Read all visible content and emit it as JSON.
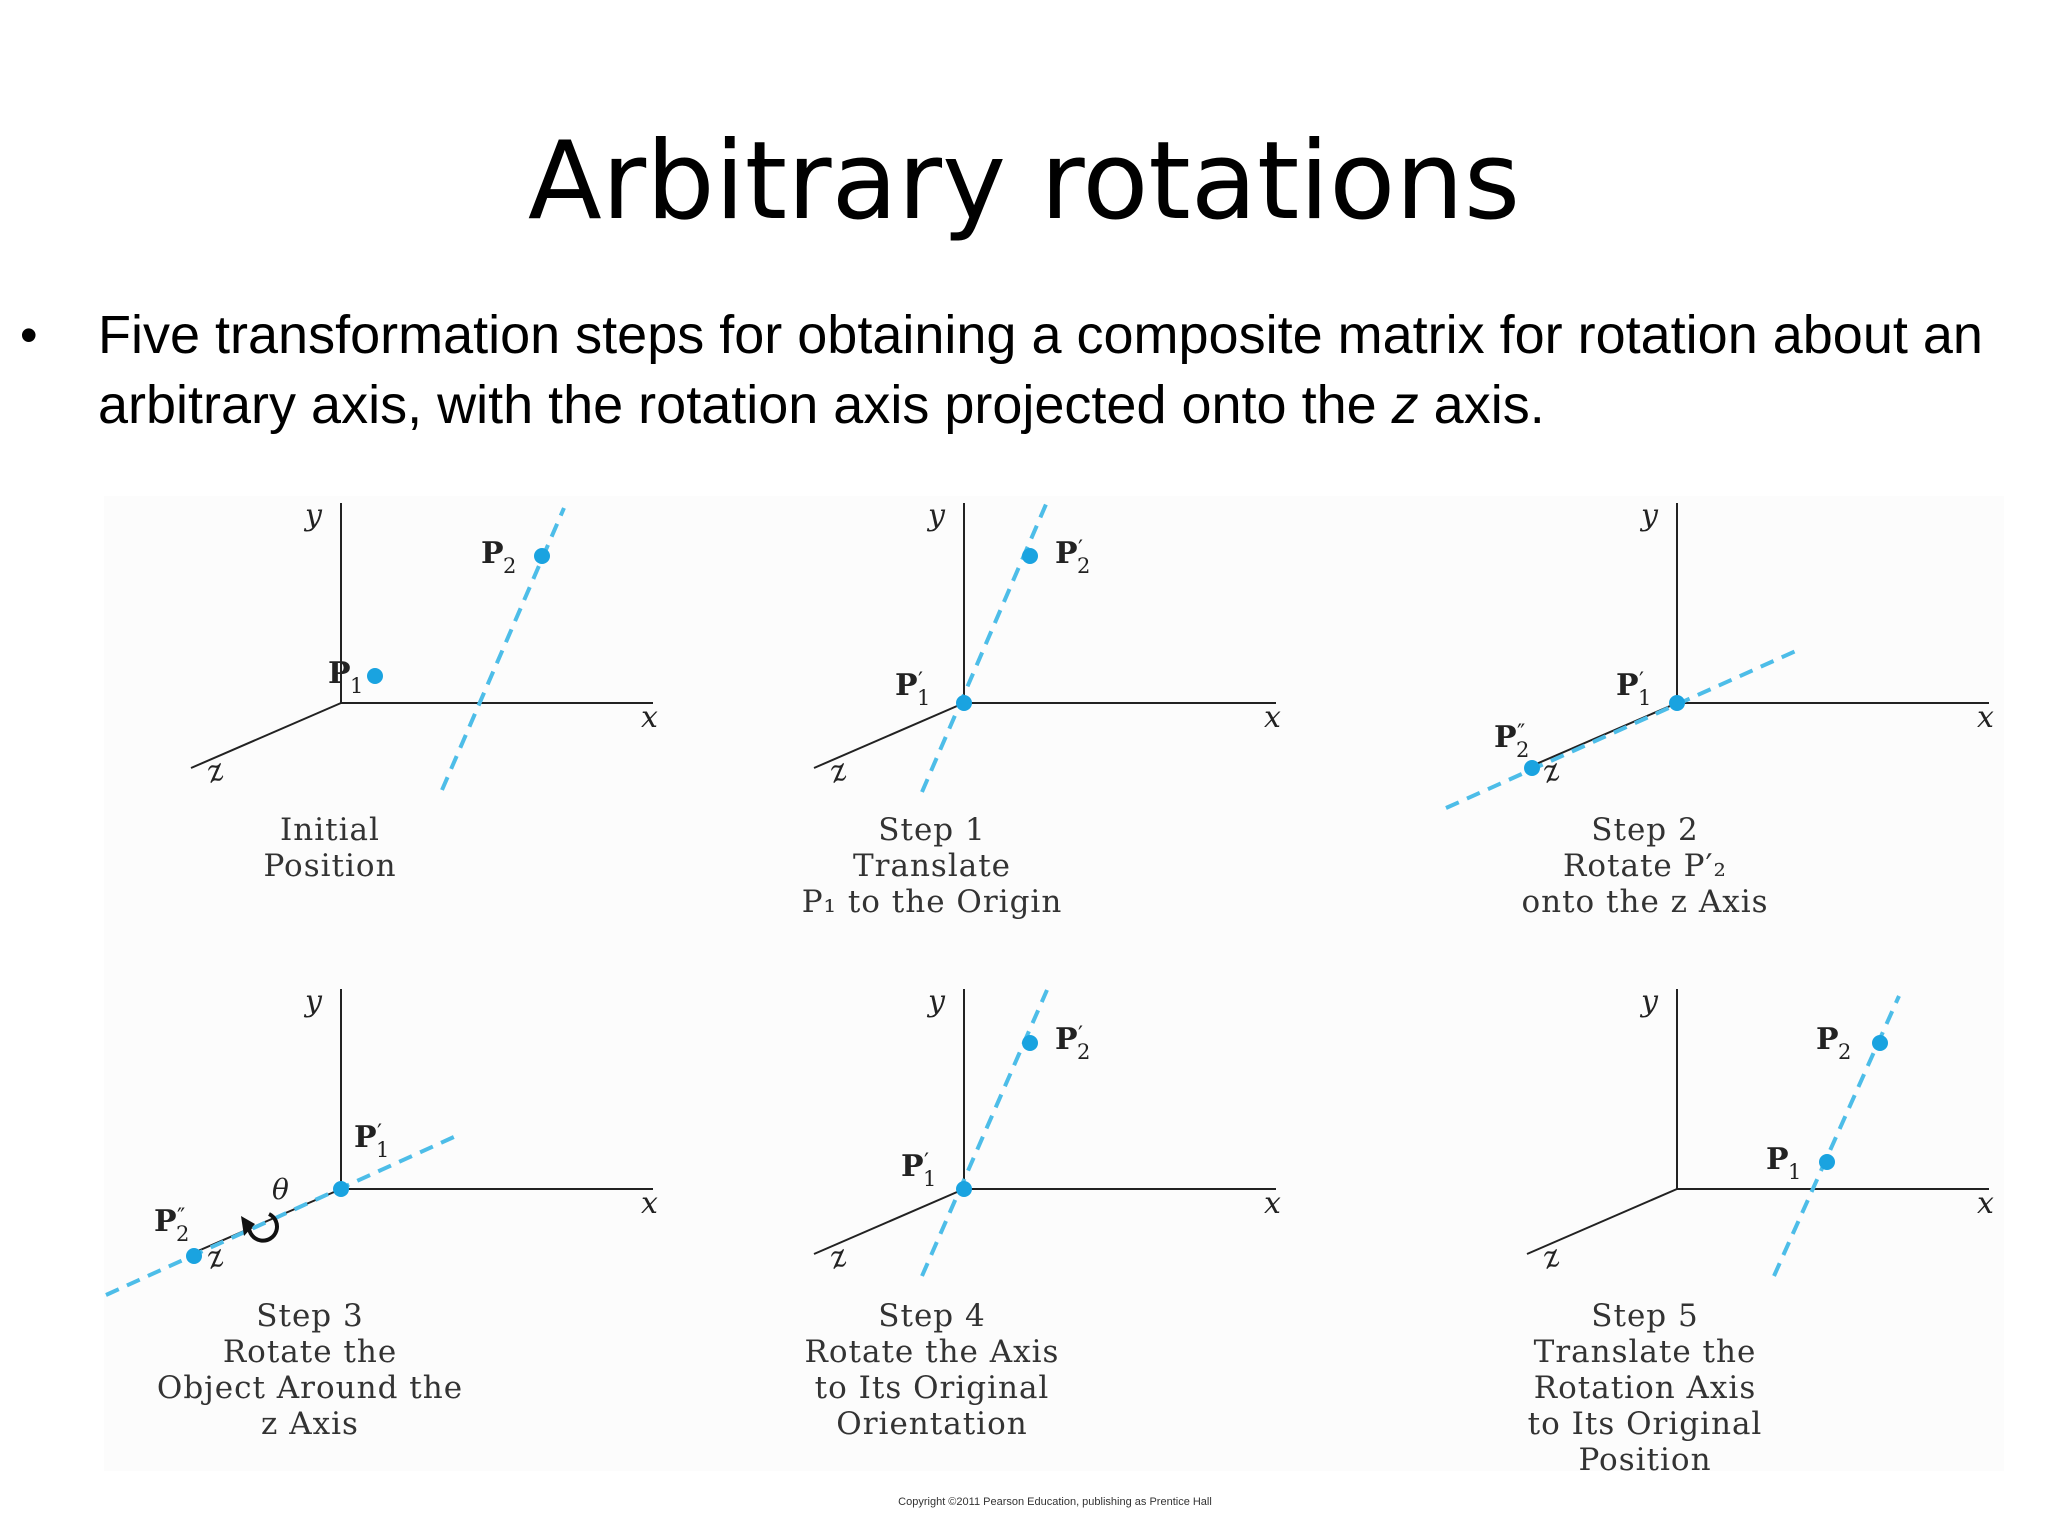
{
  "title": "Arbitrary rotations",
  "bullet": {
    "marker": "•",
    "text_before": "Five transformation steps for obtaining a composite matrix for rotation about an arbitrary axis, with the rotation axis projected onto the ",
    "axis_var": "z",
    "text_after": " axis."
  },
  "axis_labels": {
    "x": "x",
    "y": "y",
    "z": "z"
  },
  "colors": {
    "axis_line": "#4dbde8",
    "point": "#1aa3e0",
    "axes": "#222222",
    "caption": "#333333"
  },
  "panels": [
    {
      "caption": [
        "Initial",
        "Position"
      ],
      "points": [
        {
          "base": "P",
          "sub": "1",
          "primes": ""
        },
        {
          "base": "P",
          "sub": "2",
          "primes": ""
        }
      ]
    },
    {
      "caption": [
        "Step 1",
        "Translate",
        "P₁ to the Origin"
      ],
      "points": [
        {
          "base": "P",
          "sub": "1",
          "primes": "′"
        },
        {
          "base": "P",
          "sub": "2",
          "primes": "′"
        }
      ]
    },
    {
      "caption": [
        "Step 2",
        "Rotate P′₂",
        "onto the z Axis"
      ],
      "points": [
        {
          "base": "P",
          "sub": "1",
          "primes": "′"
        },
        {
          "base": "P",
          "sub": "2",
          "primes": "″"
        }
      ]
    },
    {
      "caption": [
        "Step 3",
        "Rotate the",
        "Object Around the",
        "z Axis"
      ],
      "points": [
        {
          "base": "P",
          "sub": "1",
          "primes": "′"
        },
        {
          "base": "P",
          "sub": "2",
          "primes": "″"
        }
      ],
      "angle_label": "θ"
    },
    {
      "caption": [
        "Step 4",
        "Rotate the Axis",
        "to Its Original",
        "Orientation"
      ],
      "points": [
        {
          "base": "P",
          "sub": "1",
          "primes": "′"
        },
        {
          "base": "P",
          "sub": "2",
          "primes": "′"
        }
      ]
    },
    {
      "caption": [
        "Step 5",
        "Translate the",
        "Rotation Axis",
        "to Its Original",
        "Position"
      ],
      "points": [
        {
          "base": "P",
          "sub": "1",
          "primes": ""
        },
        {
          "base": "P",
          "sub": "2",
          "primes": ""
        }
      ]
    }
  ],
  "copyright": "Copyright ©2011 Pearson Education, publishing as Prentice Hall"
}
